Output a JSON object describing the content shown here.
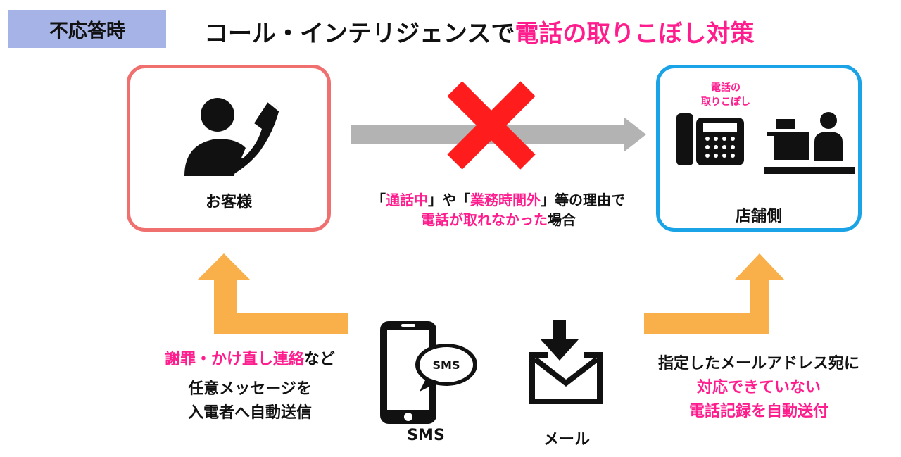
{
  "tag": "不応答時",
  "title": {
    "main": "コール・インテリジェンスで",
    "highlight": "電話の取りこぼし対策"
  },
  "customer": {
    "label": "お客様"
  },
  "store": {
    "label": "店舗側",
    "missed_line1": "電話の",
    "missed_line2": "取りこぼし"
  },
  "reason": {
    "line1": [
      "「",
      "通話中",
      "」や「",
      "業務時間外",
      "」等の理由で"
    ],
    "line2": [
      "電話が取れなかった",
      "場合"
    ]
  },
  "left_text": {
    "line1_pink": "謝罪・かけ直し連絡",
    "line1_rest": "など",
    "line2": "任意メッセージを",
    "line3": "入電者へ自動送信"
  },
  "right_text": {
    "line1": "指定したメールアドレス宛に",
    "line2": "対応できていない",
    "line3": "電話記録を自動送付"
  },
  "sms": {
    "label": "SMS",
    "bubble": "SMS"
  },
  "mail": {
    "label": "メール"
  },
  "colors": {
    "pink": "#ff1d8e",
    "customer_border": "#f07070",
    "store_border": "#1aa3e6",
    "arrow_gray": "#b3b3b3",
    "cross_red": "#ff1c1c",
    "arrow_orange": "#f9b04a",
    "tag_bg": "#a6b3e6"
  }
}
